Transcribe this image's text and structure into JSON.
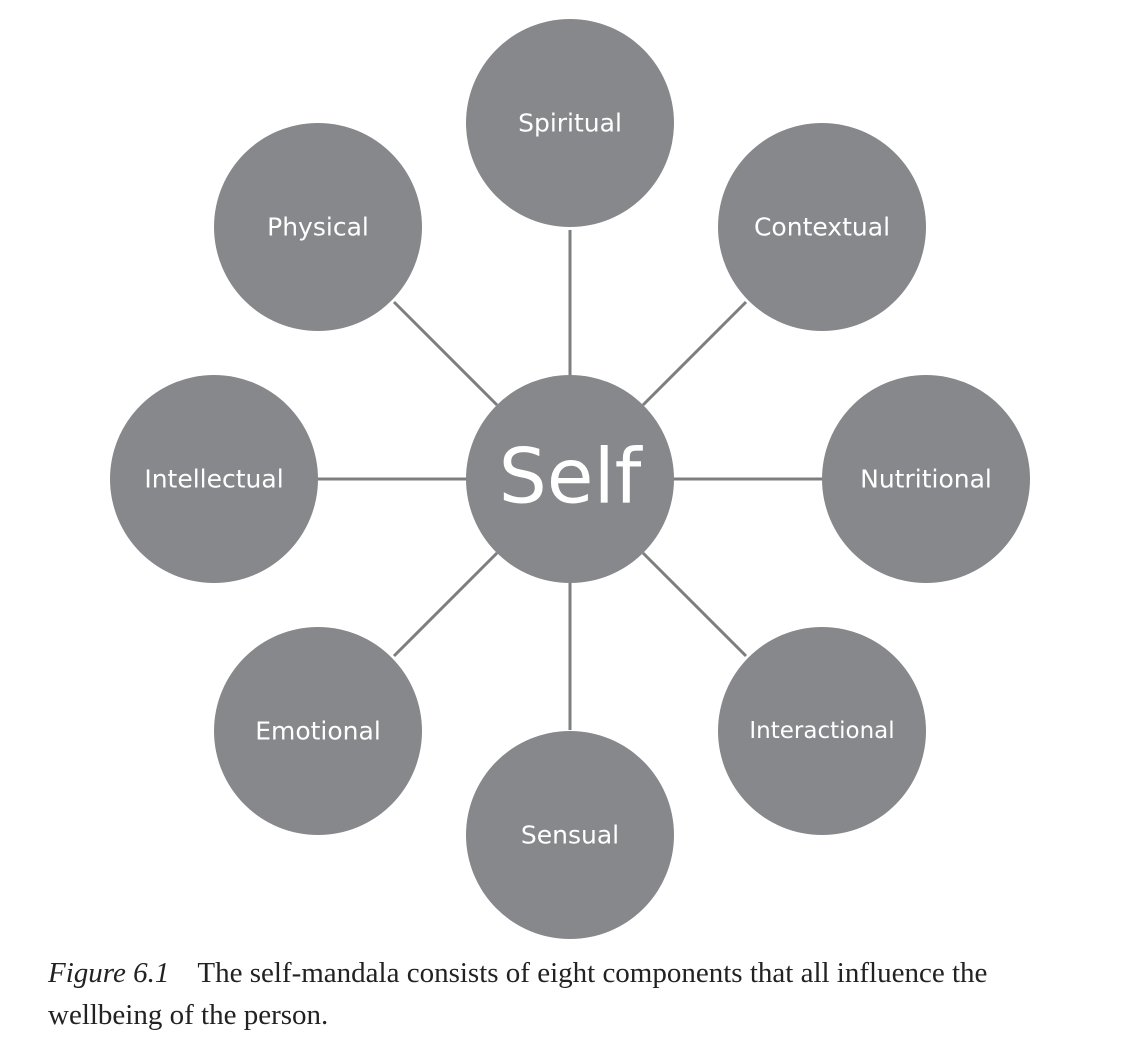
{
  "diagram": {
    "center": {
      "label": "Self"
    },
    "components": [
      {
        "id": "spiritual",
        "label": "Spiritual"
      },
      {
        "id": "contextual",
        "label": "Contextual"
      },
      {
        "id": "nutritional",
        "label": "Nutritional"
      },
      {
        "id": "interactional",
        "label": "Interactional"
      },
      {
        "id": "sensual",
        "label": "Sensual"
      },
      {
        "id": "emotional",
        "label": "Emotional"
      },
      {
        "id": "intellectual",
        "label": "Intellectual"
      },
      {
        "id": "physical",
        "label": "Physical"
      }
    ],
    "node_color": "#87888b",
    "connector_color": "#7d7e80",
    "label_color": "#ffffff"
  },
  "caption": {
    "figure_number": "Figure 6.1",
    "text": "The self-mandala consists of eight components that all influence the wellbeing of the person."
  }
}
